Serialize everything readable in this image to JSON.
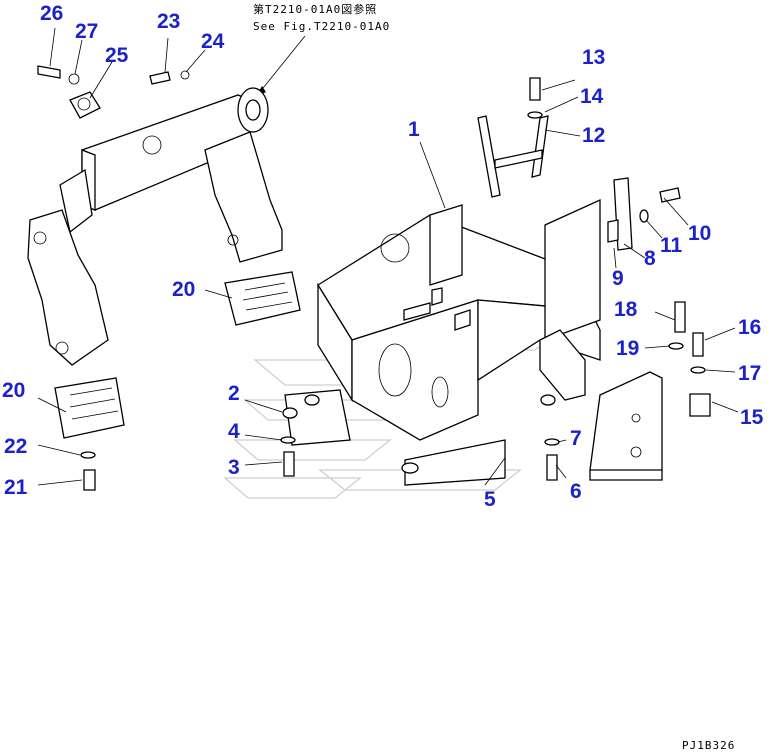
{
  "reference_note": {
    "japanese": "第T2210-01A0図参照",
    "english": "See Fig.T2210-01A0"
  },
  "drawing_code": "PJ1B326",
  "callouts": [
    "1",
    "2",
    "3",
    "4",
    "5",
    "6",
    "7",
    "8",
    "9",
    "10",
    "11",
    "12",
    "13",
    "14",
    "15",
    "16",
    "17",
    "18",
    "19",
    "20",
    "20",
    "21",
    "22",
    "23",
    "24",
    "25",
    "26",
    "27"
  ],
  "colors": {
    "callout": "#1b22c8",
    "line": "#000000",
    "watermark": "#cfcfcf"
  }
}
